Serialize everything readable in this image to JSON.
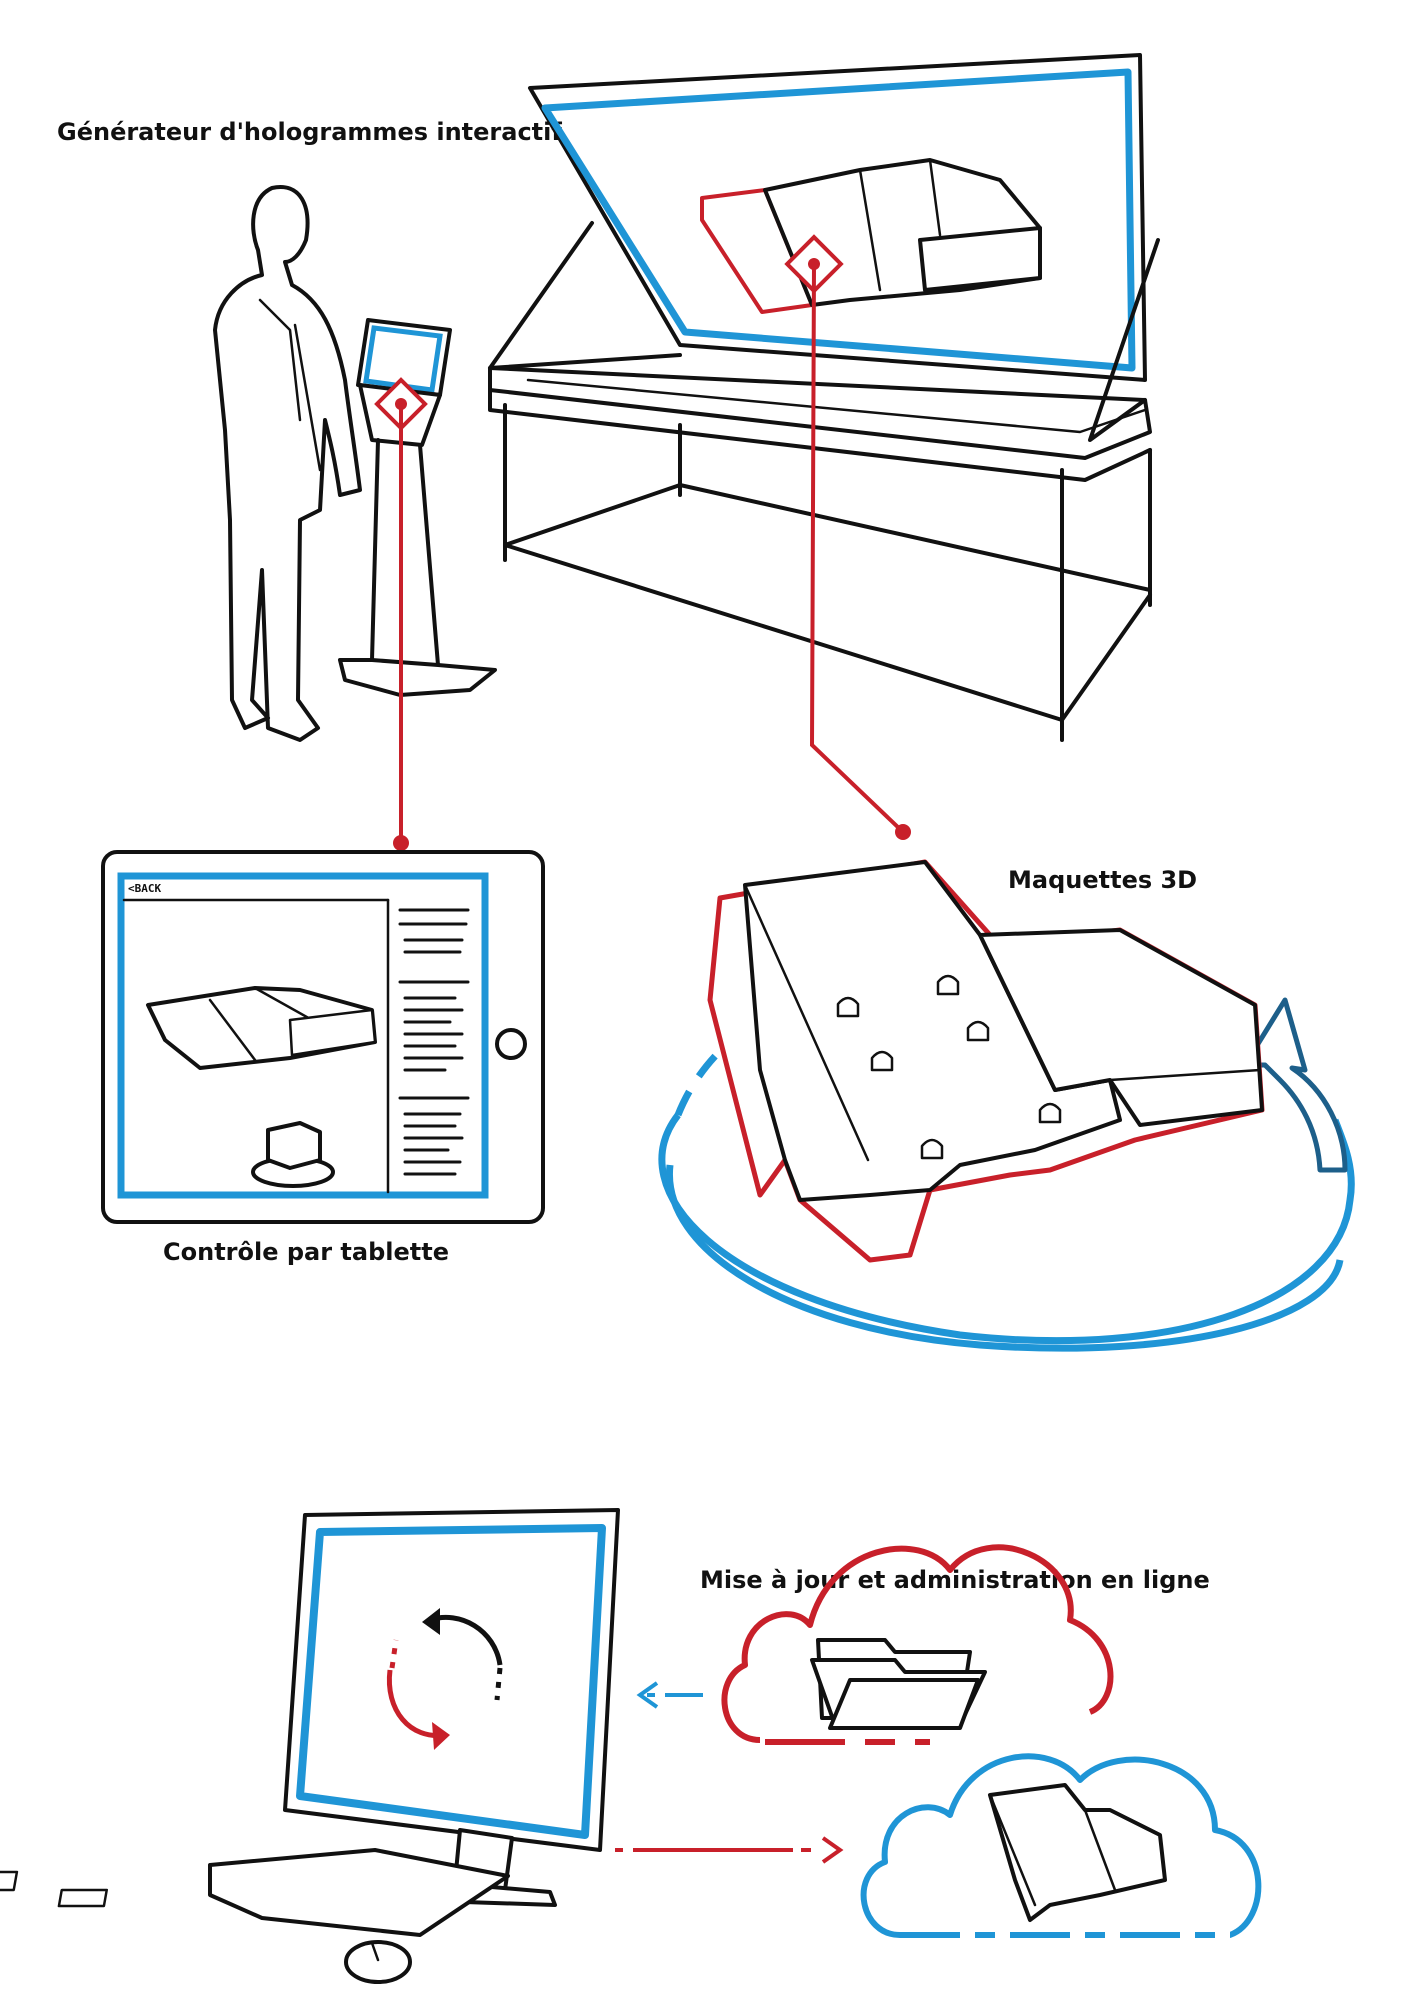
{
  "labels": {
    "hologram_generator": "Générateur d'hologrammes interactif",
    "models_3d": "Maquettes 3D",
    "tablet_control": "Contrôle par tablette",
    "online_update": "Mise à jour et administration en ligne"
  },
  "tablet_screen": {
    "back_label": "<BACK"
  },
  "colors": {
    "accent_red": "#c8202a",
    "accent_blue": "#1f95d6",
    "accent_dark_blue": "#1d5f8a",
    "ink": "#111111"
  },
  "icons": [
    "person-figure",
    "kiosk-stand",
    "hologram-table",
    "tablet-device",
    "building-model",
    "rotation-arrow",
    "desktop-monitor",
    "keyboard",
    "mouse",
    "refresh-icon",
    "red-cloud-icon",
    "blue-cloud-icon",
    "folder-icon"
  ]
}
